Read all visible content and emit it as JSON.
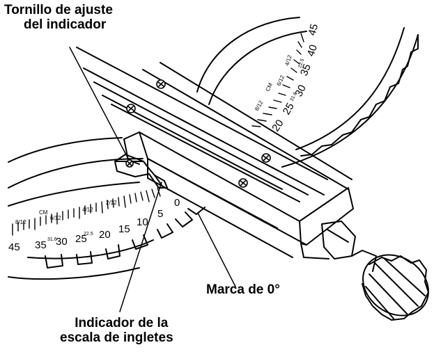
{
  "callouts": {
    "indicator_screw": {
      "line1": "Tornillo de ajuste",
      "line2": "del indicador"
    },
    "zero_mark": {
      "text": "Marca de 0°"
    },
    "miter_indicator": {
      "line1": "Indicador de la",
      "line2": "escala de ingletes"
    }
  },
  "lower_scale": {
    "numbers": [
      "45",
      "35",
      "30",
      "25",
      "20",
      "15",
      "10",
      "5",
      "0"
    ],
    "roof_marks": [
      "8/12",
      "CM",
      "6/12",
      "4/12",
      "2/12"
    ],
    "angle_marks": [
      "31.6",
      "22.5"
    ]
  },
  "upper_scale": {
    "numbers": [
      "45",
      "40",
      "35",
      "30",
      "25",
      "20"
    ],
    "roof_marks": [
      "4/12",
      "6/12",
      "CM",
      "8/12"
    ],
    "angle_marks": [
      "22.5",
      "31.6"
    ]
  },
  "colors": {
    "line": "#000000",
    "background": "#ffffff"
  }
}
